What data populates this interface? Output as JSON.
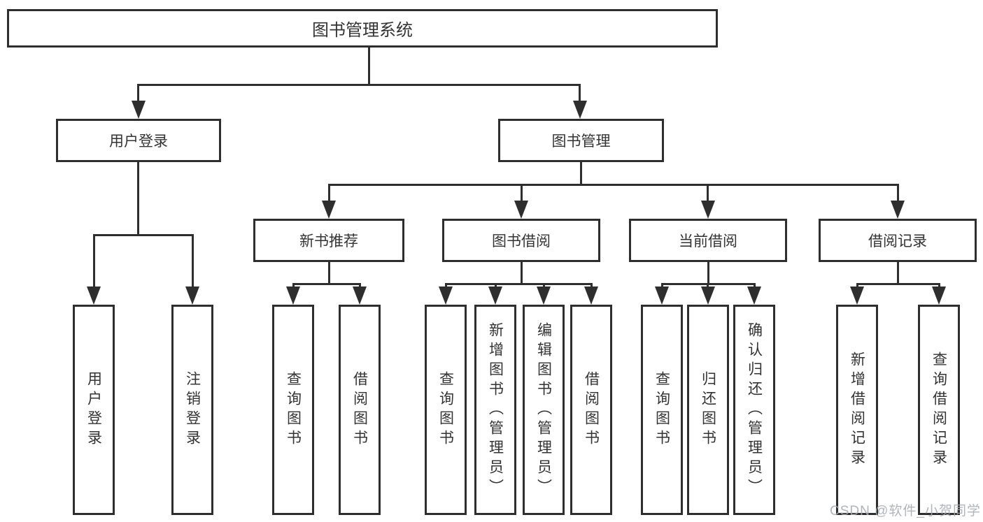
{
  "colors": {
    "line": "#2e2e2e",
    "text": "#333333",
    "background": "#ffffff",
    "watermark": "#a5abb3"
  },
  "watermark": "CSDN @软件_小贺同学",
  "tree": {
    "label": "图书管理系统",
    "children": [
      {
        "label": "用户登录",
        "children": [
          {
            "label": "用户登录"
          },
          {
            "label": "注销登录"
          }
        ]
      },
      {
        "label": "图书管理",
        "children": [
          {
            "label": "新书推荐",
            "children": [
              {
                "label": "查询图书"
              },
              {
                "label": "借阅图书"
              }
            ]
          },
          {
            "label": "图书借阅",
            "children": [
              {
                "label": "查询图书"
              },
              {
                "label": "新增图书（管理员）"
              },
              {
                "label": "编辑图书（管理员）"
              },
              {
                "label": "借阅图书"
              }
            ]
          },
          {
            "label": "当前借阅",
            "children": [
              {
                "label": "查询图书"
              },
              {
                "label": "归还图书"
              },
              {
                "label": "确认归还（管理员）"
              }
            ]
          },
          {
            "label": "借阅记录",
            "children": [
              {
                "label": "新增借阅记录"
              },
              {
                "label": "查询借阅记录"
              }
            ]
          }
        ]
      }
    ]
  }
}
